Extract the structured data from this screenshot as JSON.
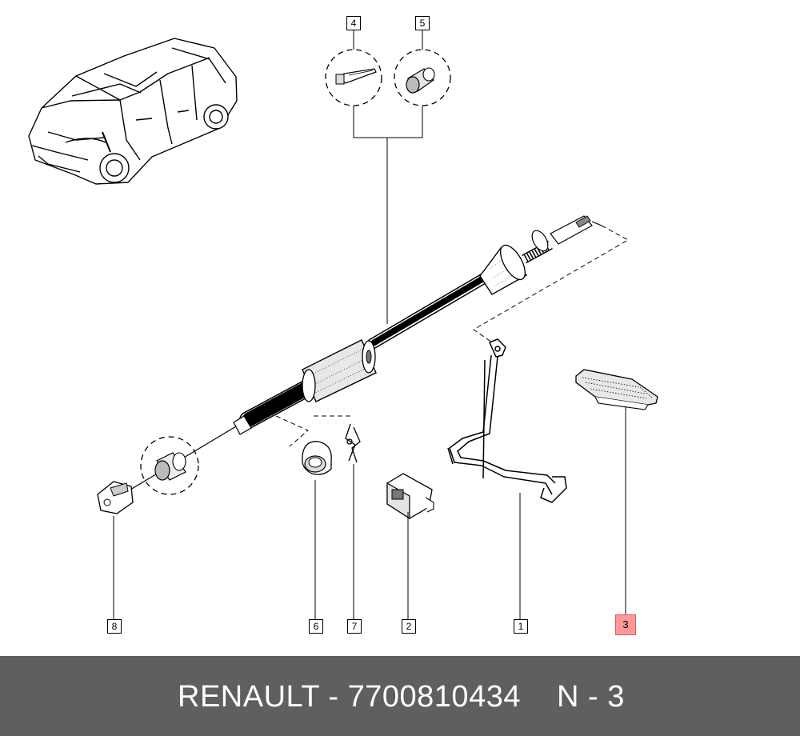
{
  "callouts": {
    "c1": "1",
    "c2": "2",
    "c3": "3",
    "c4": "4",
    "c5": "5",
    "c6": "6",
    "c7": "7",
    "c8": "8"
  },
  "highlight": {
    "part": "3",
    "color": "#ff9999"
  },
  "footer": {
    "brand_part": "RENAULT - 7700810434",
    "code": "N - 3",
    "background": "#5f5f5f"
  }
}
